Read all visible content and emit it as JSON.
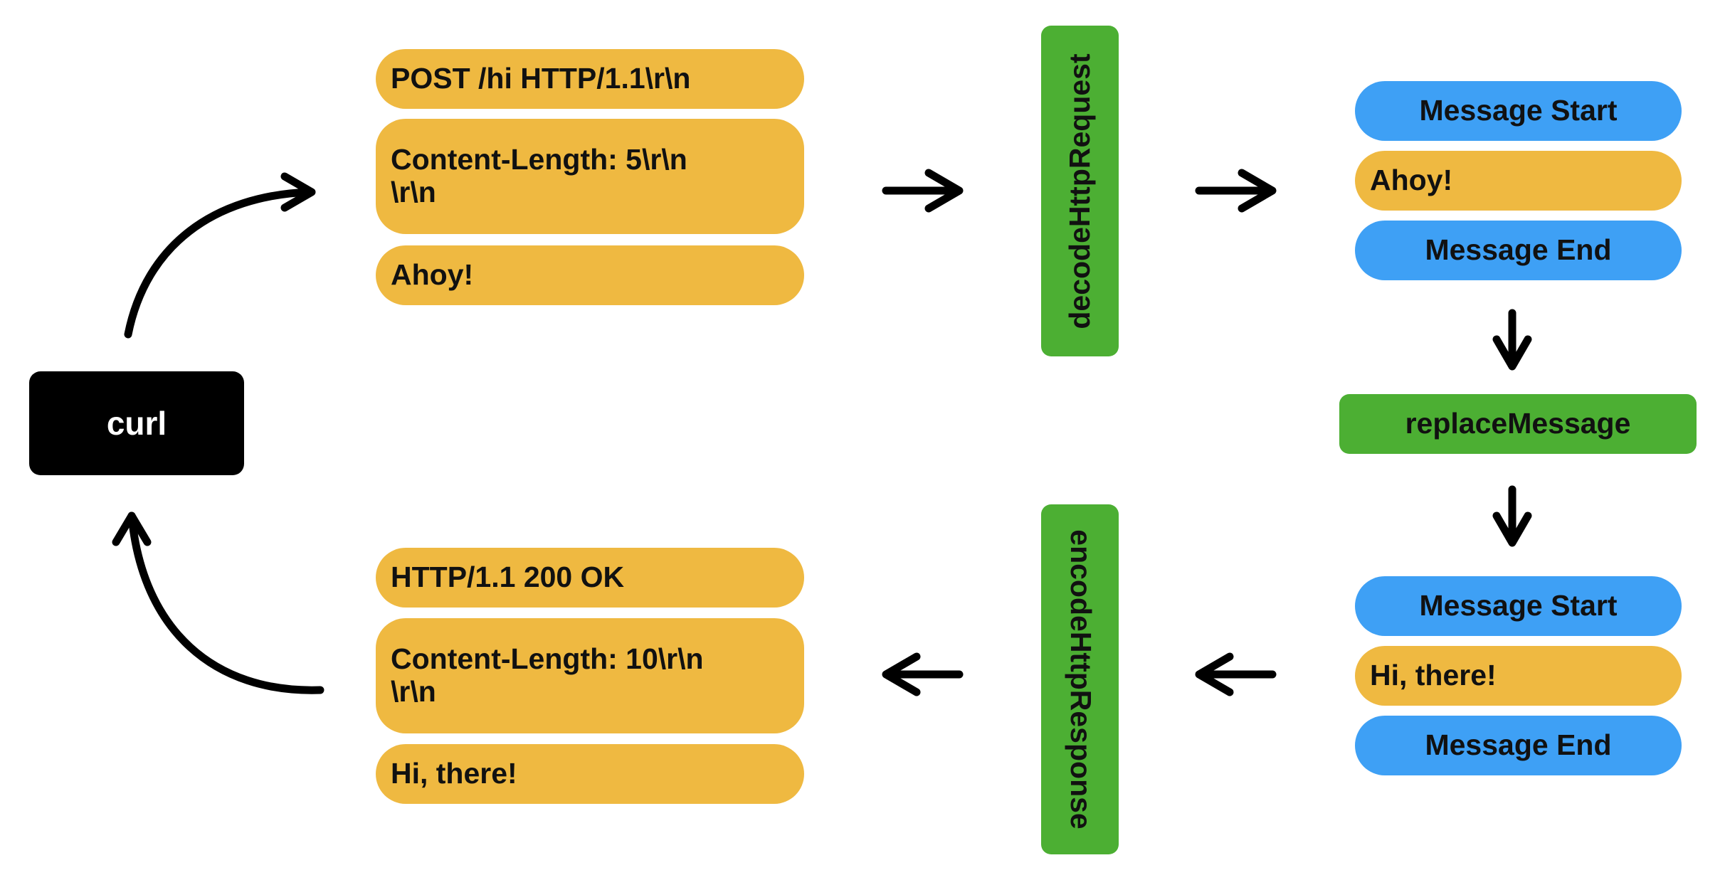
{
  "client": {
    "label": "curl"
  },
  "request": {
    "request_line": "POST /hi HTTP/1.1\\r\\n",
    "headers": "Content-Length: 5\\r\\n\n\\r\\n",
    "body": "Ahoy!"
  },
  "decoder": {
    "label": "decodeHttpRequest"
  },
  "incoming_messages": {
    "start": "Message Start",
    "content": "Ahoy!",
    "end": "Message End"
  },
  "transform": {
    "label": "replaceMessage"
  },
  "outgoing_messages": {
    "start": "Message Start",
    "content": "Hi, there!",
    "end": "Message End"
  },
  "encoder": {
    "label": "encodeHttpResponse"
  },
  "response": {
    "status_line": "HTTP/1.1 200 OK",
    "headers": "Content-Length: 10\\r\\n\n\\r\\n",
    "body": "Hi, there!"
  },
  "colors": {
    "http_part": "#efb941",
    "message_marker": "#3ea0f5",
    "processor": "#4caf33",
    "client": "#000000",
    "arrow": "#000000"
  }
}
